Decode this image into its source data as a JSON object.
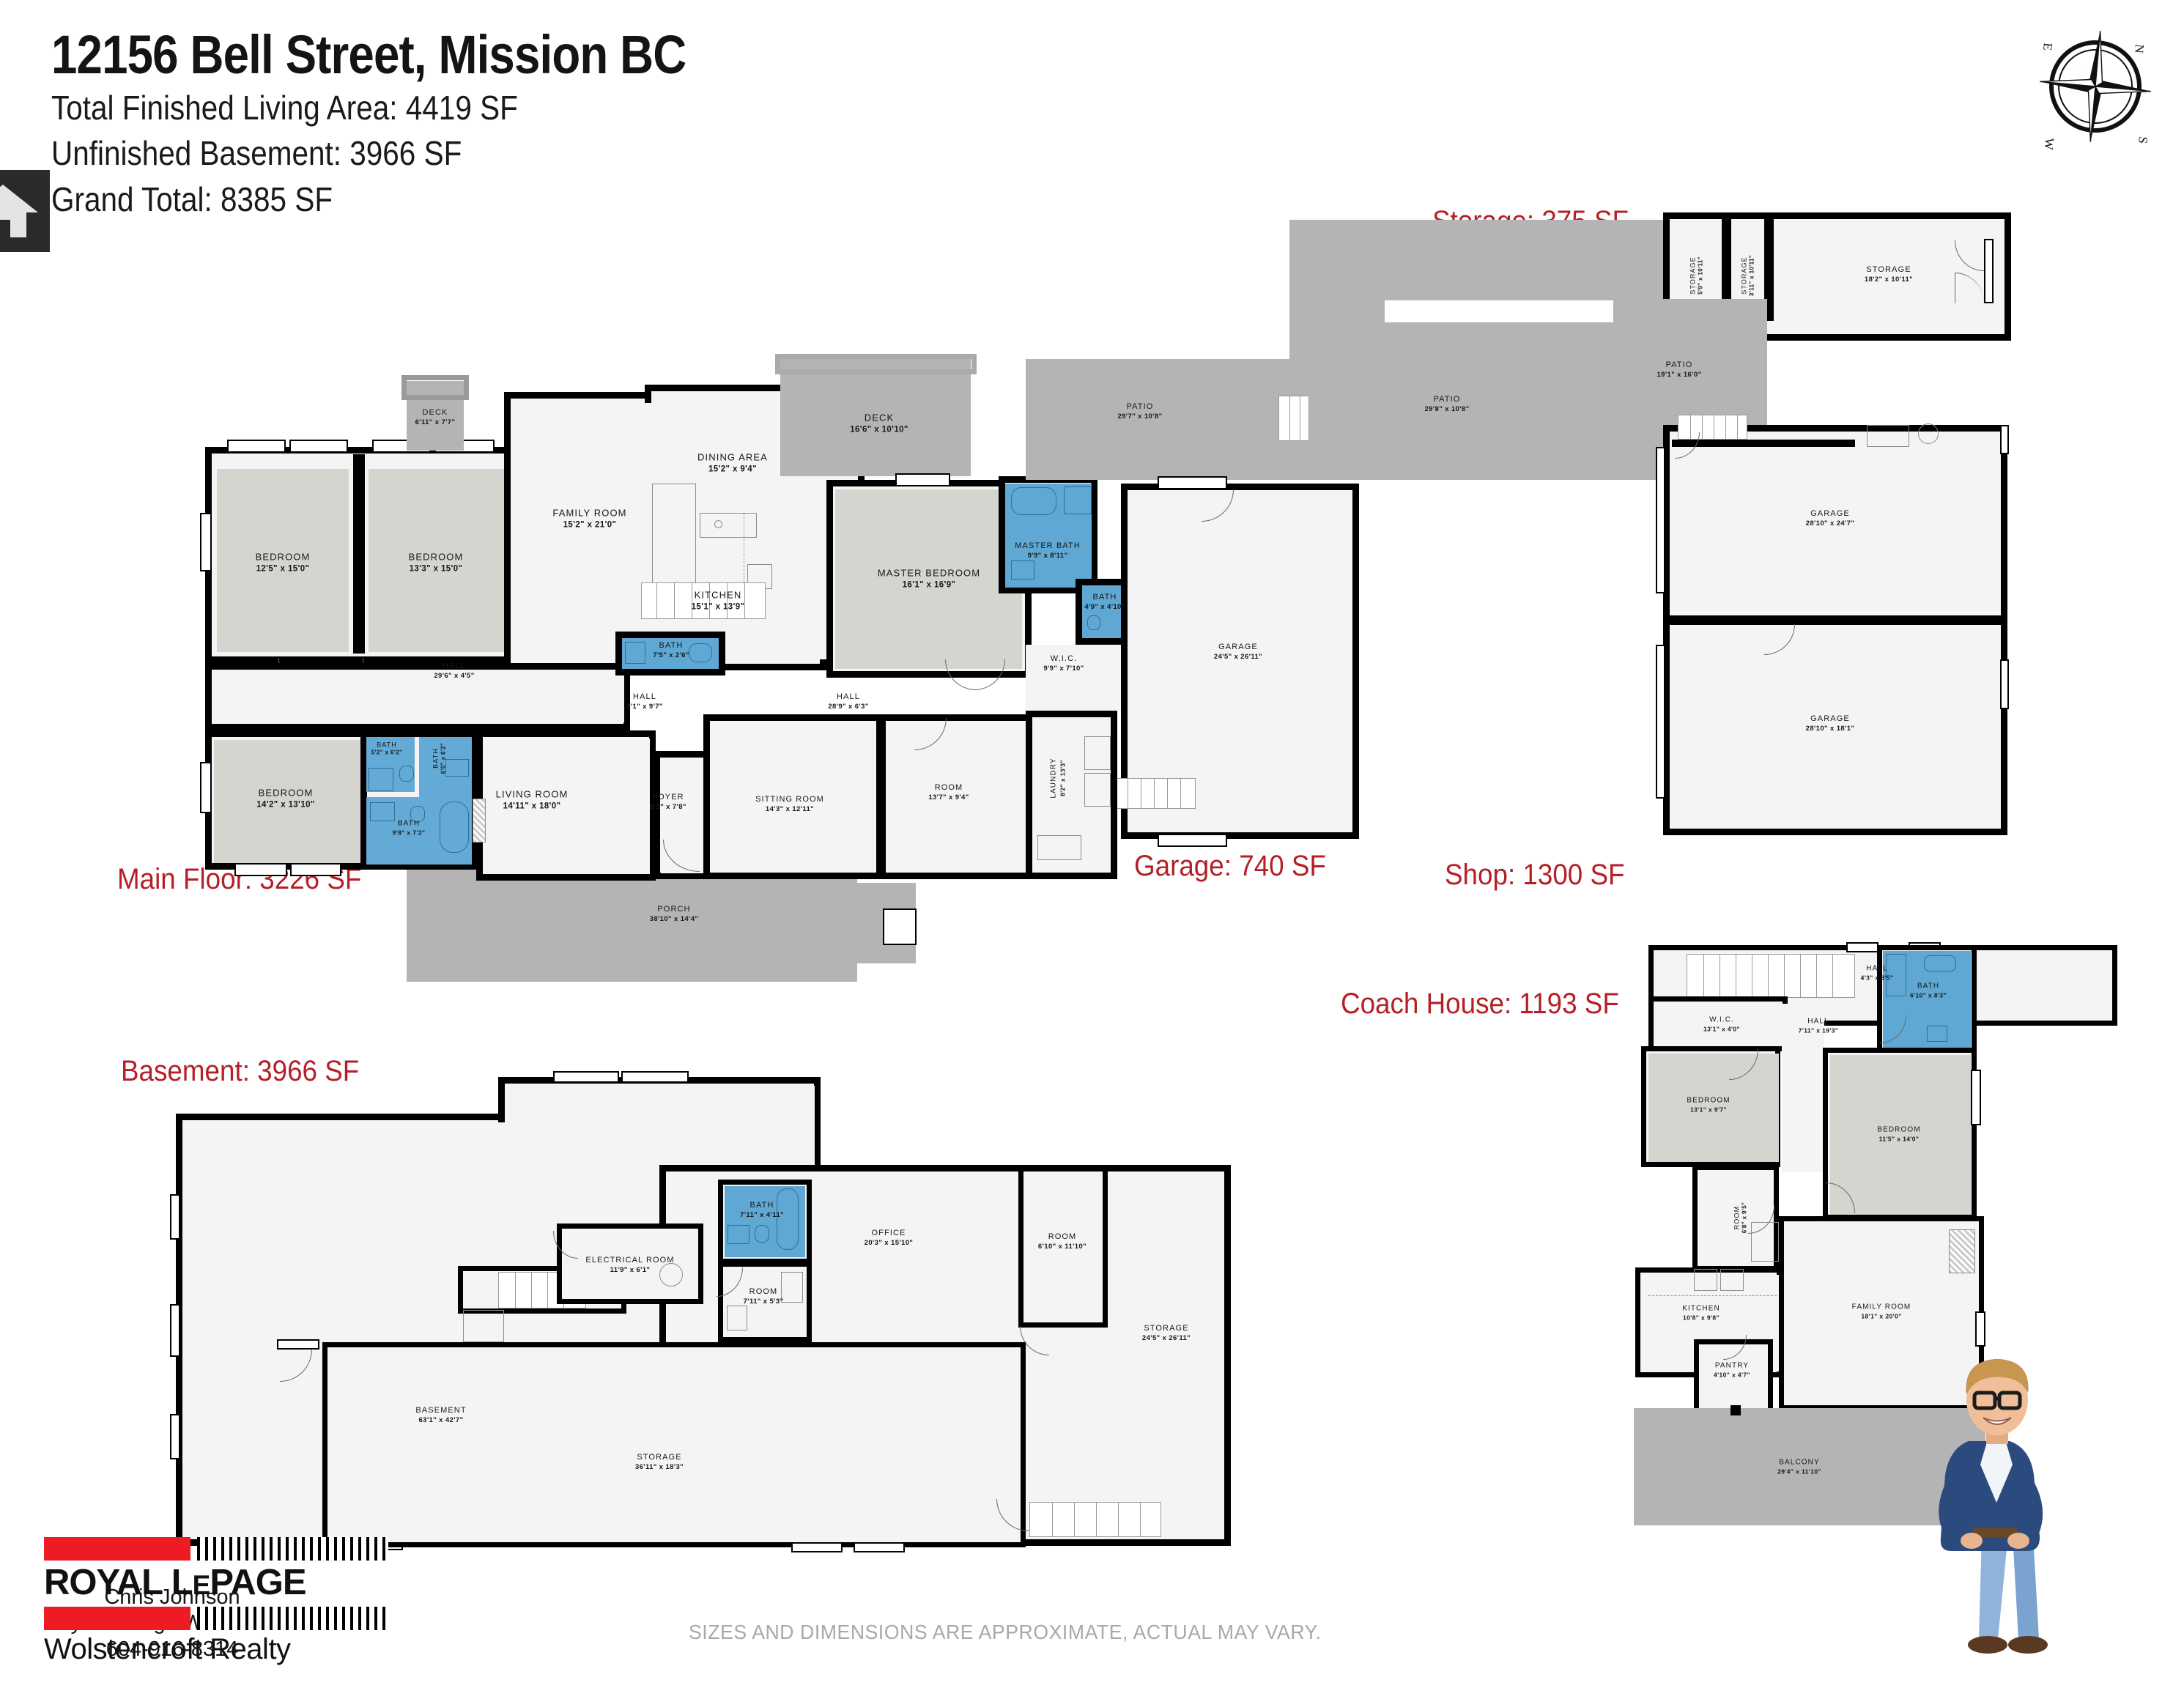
{
  "header": {
    "title": "12156 Bell Street, Mission BC",
    "lines": [
      "Total Finished Living Area: 4419 SF",
      "Unfinished Basement: 3966 SF",
      "Grand Total: 8385 SF"
    ]
  },
  "section_labels": {
    "main_floor": "Main Floor: 3226 SF",
    "garage": "Garage: 740 SF",
    "storage": "Storage: 375 SF",
    "shop": "Shop: 1300 SF",
    "coach_house": "Coach House: 1193 SF",
    "basement": "Basement: 3966 SF"
  },
  "colors": {
    "accent_red": "#b51f27",
    "brand_red": "#ed1c24",
    "bath_blue": "#5fa8d3",
    "room_gray": "#d5d4cf",
    "patio_gray": "#b4b4b4",
    "floor_white": "#f4f4f4",
    "wall_black": "#000000",
    "disclaimer_gray": "#a8a8a8"
  },
  "main_floor_rooms": [
    {
      "name": "DECK",
      "dim": "6'11\" x 7'7\""
    },
    {
      "name": "BEDROOM",
      "dim": "12'5\" x 15'0\""
    },
    {
      "name": "BEDROOM",
      "dim": "13'3\" x 15'0\""
    },
    {
      "name": "FAMILY ROOM",
      "dim": "15'2\" x 21'0\""
    },
    {
      "name": "DINING AREA",
      "dim": "15'2\" x 9'4\""
    },
    {
      "name": "KITCHEN",
      "dim": "15'1\" x 13'9\""
    },
    {
      "name": "DECK",
      "dim": "16'6\" x 10'10\""
    },
    {
      "name": "MASTER BEDROOM",
      "dim": "16'1\" x 16'9\""
    },
    {
      "name": "MASTER BATH",
      "dim": "9'9\" x 8'11\""
    },
    {
      "name": "BATH",
      "dim": "4'9\" x 4'10\""
    },
    {
      "name": "W.I.C.",
      "dim": "9'9\" x 7'10\""
    },
    {
      "name": "PATIO",
      "dim": "29'7\" x 10'8\""
    },
    {
      "name": "PATIO",
      "dim": "29'8\" x 10'8\""
    },
    {
      "name": "HALL",
      "dim": "29'6\" x 4'5\""
    },
    {
      "name": "BATH",
      "dim": "7'5\" x 2'6\""
    },
    {
      "name": "HALL",
      "dim": "8'1\" x 9'7\""
    },
    {
      "name": "HALL",
      "dim": "28'9\" x 6'3\""
    },
    {
      "name": "BEDROOM",
      "dim": "14'2\" x 13'10\""
    },
    {
      "name": "BATH",
      "dim": "5'2\" x 6'2\""
    },
    {
      "name": "BATH",
      "dim": "6'0\" x 6'2\""
    },
    {
      "name": "BATH",
      "dim": "9'8\" x 7'2\""
    },
    {
      "name": "LIVING ROOM",
      "dim": "14'11\" x 18'0\""
    },
    {
      "name": "FOYER",
      "dim": "8'1\" x 7'8\""
    },
    {
      "name": "SITTING ROOM",
      "dim": "14'3\" x 12'11\""
    },
    {
      "name": "ROOM",
      "dim": "13'7\" x 9'4\""
    },
    {
      "name": "LAUNDRY",
      "dim": "8'2\" x 13'3\""
    },
    {
      "name": "GARAGE",
      "dim": "24'5\" x 26'11\""
    },
    {
      "name": "PORCH",
      "dim": "38'10\" x 14'4\""
    }
  ],
  "shop_rooms": [
    {
      "name": "STORAGE",
      "dim": "5'9\" x 10'11\""
    },
    {
      "name": "STORAGE",
      "dim": "3'11\" x 10'11\""
    },
    {
      "name": "STORAGE",
      "dim": "18'2\" x 10'11\""
    },
    {
      "name": "PATIO",
      "dim": "19'1\" x 16'0\""
    },
    {
      "name": "GARAGE",
      "dim": "28'10\" x 24'7\""
    },
    {
      "name": "GARAGE",
      "dim": "28'10\" x 18'1\""
    }
  ],
  "basement_rooms": [
    {
      "name": "BASEMENT",
      "dim": "63'1\" x 42'7\""
    },
    {
      "name": "ELECTRICAL ROOM",
      "dim": "11'9\" x 6'1\""
    },
    {
      "name": "BATH",
      "dim": "7'11\" x 4'11\""
    },
    {
      "name": "ROOM",
      "dim": "7'11\" x 5'3\""
    },
    {
      "name": "OFFICE",
      "dim": "20'3\" x 15'10\""
    },
    {
      "name": "ROOM",
      "dim": "6'10\" x 11'10\""
    },
    {
      "name": "STORAGE",
      "dim": "24'5\" x 26'11\""
    },
    {
      "name": "STORAGE",
      "dim": "36'11\" x 18'3\""
    }
  ],
  "coach_house_rooms": [
    {
      "name": "HALL",
      "dim": "4'3\" x 3'5\""
    },
    {
      "name": "BATH",
      "dim": "6'10\" x 8'3\""
    },
    {
      "name": "W.I.C.",
      "dim": "13'1\" x 4'0\""
    },
    {
      "name": "HALL",
      "dim": "7'11\" x 19'3\""
    },
    {
      "name": "BEDROOM",
      "dim": "13'1\" x 9'7\""
    },
    {
      "name": "BEDROOM",
      "dim": "11'5\" x 14'0\""
    },
    {
      "name": "ROOM",
      "dim": "6'8\" x 9'5\""
    },
    {
      "name": "KITCHEN",
      "dim": "10'8\" x 9'8\""
    },
    {
      "name": "FAMILY ROOM",
      "dim": "18'1\" x 20'0\""
    },
    {
      "name": "PANTRY",
      "dim": "4'10\" x 4'7\""
    },
    {
      "name": "BALCONY",
      "dim": "29'4\" x 11'10\""
    }
  ],
  "brand": {
    "name_main": "ROYAL L",
    "name_small": "E",
    "name_end": "PAGE",
    "full_name": "ROYAL LePAGE",
    "sub": "Wolstencroft Realty"
  },
  "agent": {
    "name": "Chris Johnson",
    "company": "Royal LePage Wolstencroft",
    "phone": "604-916-8314"
  },
  "disclaimer": "SIZES AND DIMENSIONS ARE APPROXIMATE, ACTUAL MAY VARY.",
  "compass": {
    "n": "N",
    "e": "E",
    "s": "S",
    "w": "W"
  }
}
